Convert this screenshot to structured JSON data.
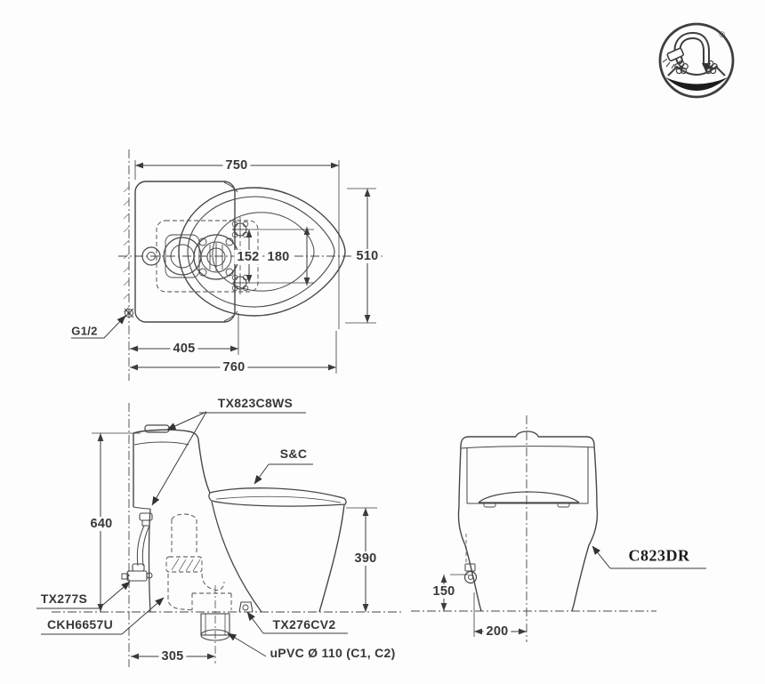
{
  "logo": {
    "registered_mark": "®"
  },
  "top_view": {
    "dims": {
      "overall_width": "750",
      "overall_depth": "510",
      "hole_pitch_inner": "152",
      "hole_pitch_outer": "180",
      "inlet_offset": "405",
      "overall_length": "760"
    },
    "labels": {
      "water_inlet": "G1/2"
    }
  },
  "side_view": {
    "dims": {
      "overall_height": "640",
      "rim_height": "390",
      "outlet_from_wall": "305"
    },
    "labels": {
      "flush_fittings": "TX823C8WS",
      "seat_and_cover": "S&C",
      "stop_valve": "TX277S",
      "socket": "CKH6657U",
      "outlet_seal": "TX276CV2",
      "outlet_pipe": "uPVC Ø 110 (C1, C2)"
    }
  },
  "front_view": {
    "dims": {
      "inlet_height": "150",
      "inlet_offset": "200"
    },
    "labels": {
      "model": "C823DR"
    }
  }
}
